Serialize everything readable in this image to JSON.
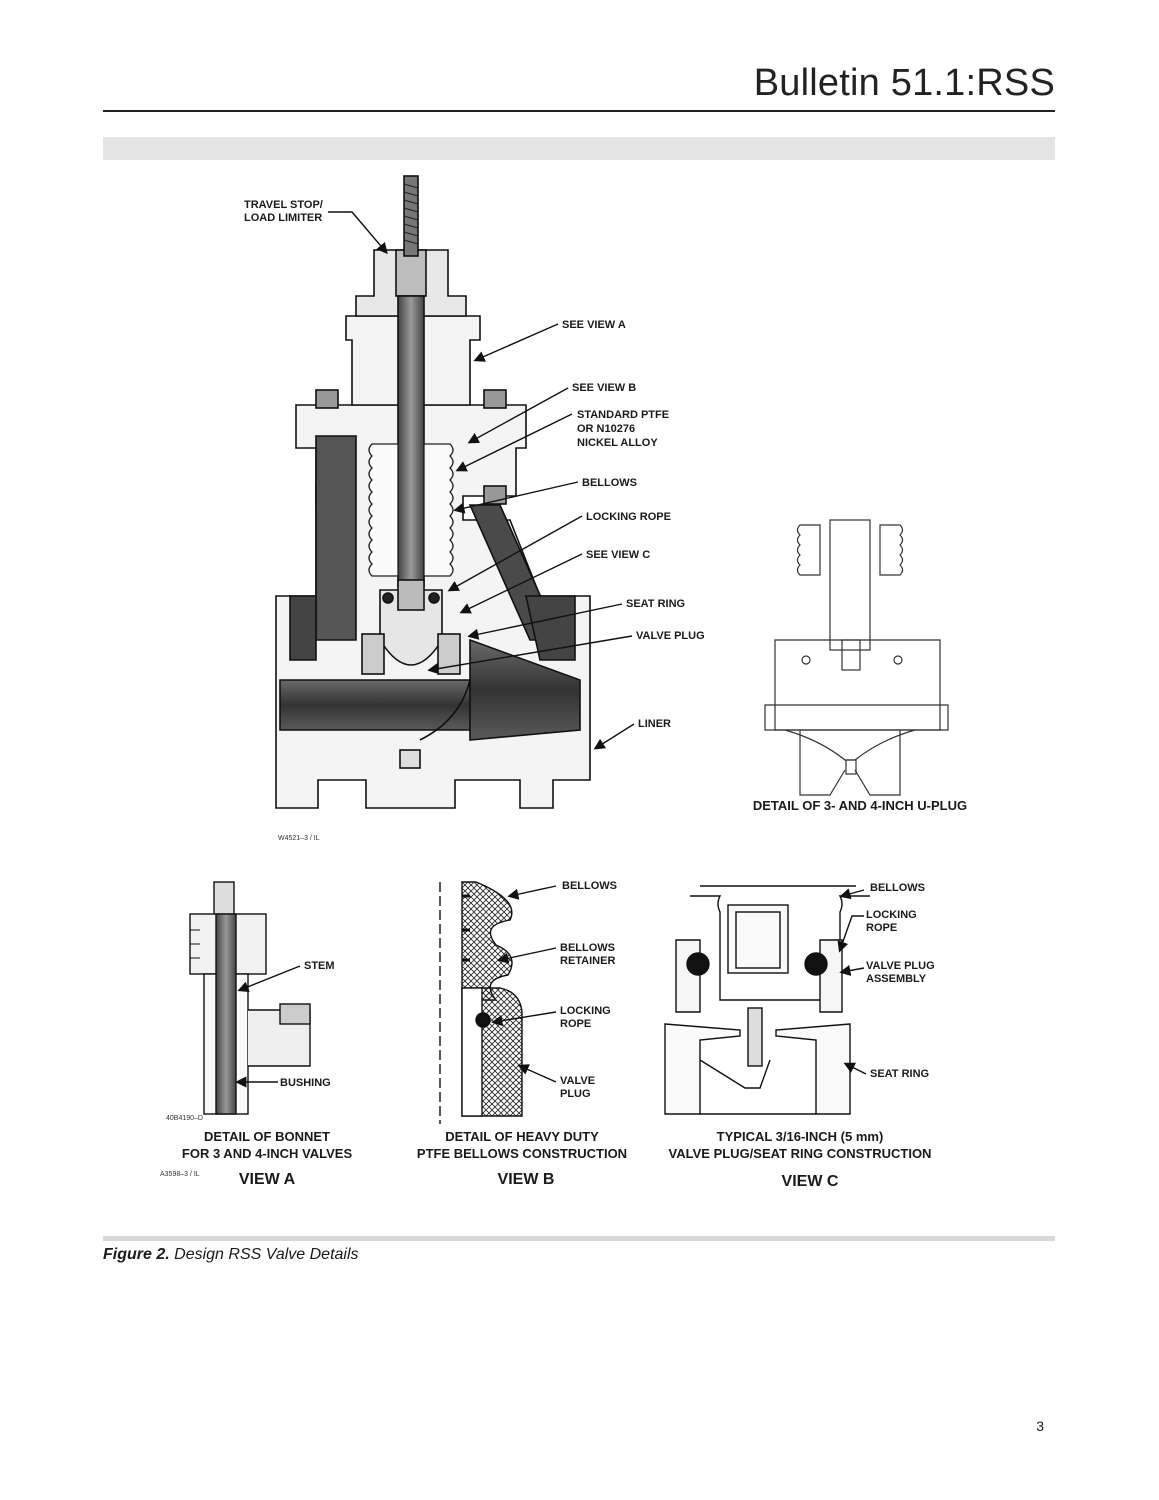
{
  "header": {
    "title": "Bulletin 51.1:RSS"
  },
  "figure": {
    "number": "Figure 2.",
    "title": "Design RSS Valve Details"
  },
  "page_number": "3",
  "main_view": {
    "callouts": {
      "travel_stop_1": "TRAVEL STOP/",
      "travel_stop_2": "LOAD LIMITER",
      "see_view_a": "SEE VIEW A",
      "see_view_b": "SEE VIEW B",
      "ptfe_1": "STANDARD PTFE",
      "ptfe_2": "OR N10276",
      "ptfe_3": "NICKEL ALLOY",
      "bellows": "BELLOWS",
      "locking_rope": "LOCKING ROPE",
      "see_view_c": "SEE VIEW C",
      "seat_ring": "SEAT RING",
      "valve_plug": "VALVE PLUG",
      "liner": "LINER"
    },
    "drawing_id": "W4521–3 / IL"
  },
  "uplug": {
    "caption": "DETAIL OF 3- AND 4-INCH U-PLUG"
  },
  "view_a": {
    "stem": "STEM",
    "bushing": "BUSHING",
    "drawing_id": "40B4190–D",
    "caption_1": "DETAIL OF BONNET",
    "caption_2": "FOR 3 AND 4-INCH VALVES",
    "view": "VIEW A",
    "drawing_id_2": "A3598–3 / IL"
  },
  "view_b": {
    "bellows": "BELLOWS",
    "retainer_1": "BELLOWS",
    "retainer_2": "RETAINER",
    "rope_1": "LOCKING",
    "rope_2": "ROPE",
    "plug_1": "VALVE",
    "plug_2": "PLUG",
    "caption_1": "DETAIL OF HEAVY DUTY",
    "caption_2": "PTFE BELLOWS CONSTRUCTION",
    "view": "VIEW B"
  },
  "view_c": {
    "bellows": "BELLOWS",
    "rope_1": "LOCKING",
    "rope_2": "ROPE",
    "plug_1": "VALVE PLUG",
    "plug_2": "ASSEMBLY",
    "seat_ring": "SEAT RING",
    "caption_1": "TYPICAL 3/16-INCH (5 mm)",
    "caption_2": "VALVE PLUG/SEAT RING CONSTRUCTION",
    "view": "VIEW C"
  }
}
